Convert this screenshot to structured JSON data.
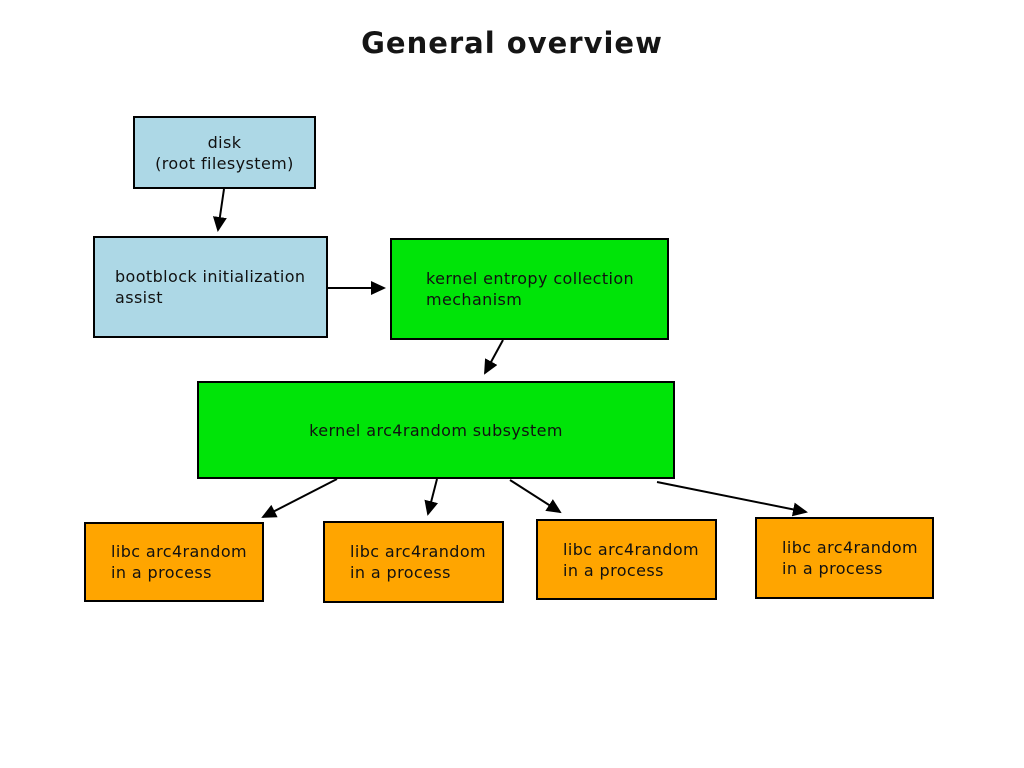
{
  "title": "General overview",
  "colors": {
    "lightblue": "#add8e6",
    "green": "#00e408",
    "orange": "#ffa500",
    "border": "#000000",
    "text": "#111111"
  },
  "nodes": {
    "disk": {
      "lines": [
        "disk",
        "(root filesystem)"
      ]
    },
    "bootblock": {
      "lines": [
        "bootblock initialization",
        "assist"
      ]
    },
    "entropy": {
      "lines": [
        "kernel entropy collection",
        "mechanism"
      ]
    },
    "subsystem": {
      "lines": [
        "kernel arc4random subsystem"
      ]
    },
    "libc1": {
      "lines": [
        "libc arc4random",
        "in a process"
      ]
    },
    "libc2": {
      "lines": [
        "libc arc4random",
        "in a process"
      ]
    },
    "libc3": {
      "lines": [
        "libc arc4random",
        "in a process"
      ]
    },
    "libc4": {
      "lines": [
        "libc arc4random",
        "in a process"
      ]
    }
  }
}
